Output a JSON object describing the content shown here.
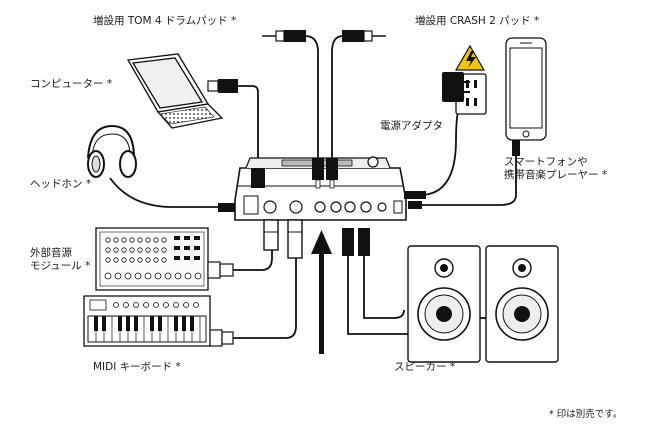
{
  "labels": {
    "tom_pad": "増設用 TOM 4 ドラムパッド *",
    "crash_pad": "増設用 CRASH 2 パッド *",
    "computer": "コンピューター *",
    "headphones": "ヘッドホン *",
    "power_adapter": "電源アダプタ",
    "smartphone_line1": "スマートフォンや",
    "smartphone_line2": "携帯音楽プレーヤー *",
    "external_module_line1": "外部音源",
    "external_module_line2": "モジュール *",
    "midi_keyboard": "MIDI キーボード *",
    "speakers": "スピーカー *",
    "footnote": "* 印は別売です。"
  },
  "colors": {
    "line": "#111111",
    "device_fill": "#f4f4f4",
    "outlet_yellow": "#f1c40f"
  }
}
